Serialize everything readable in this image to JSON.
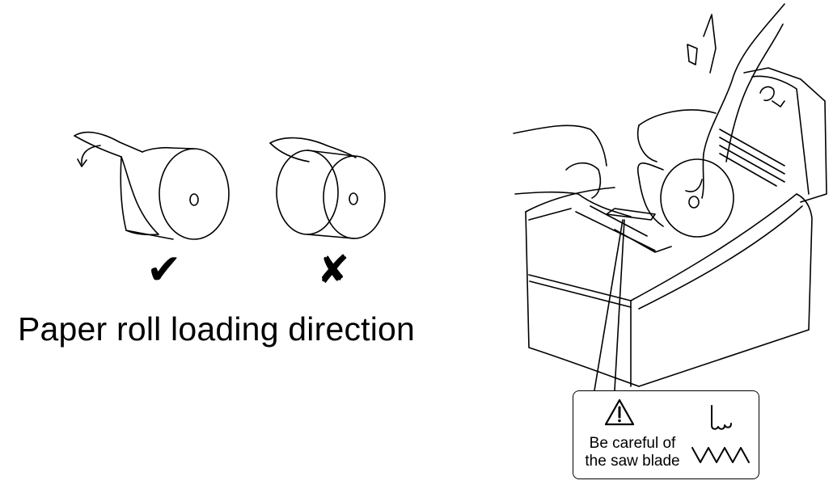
{
  "diagram": {
    "caption": "Paper roll loading direction",
    "correct_mark": "✔",
    "incorrect_mark": "✘",
    "warning": {
      "line1": "Be careful of",
      "line2": "the saw blade",
      "icon": "warning-triangle-icon",
      "blade_icon": "saw-blade-icon"
    }
  }
}
